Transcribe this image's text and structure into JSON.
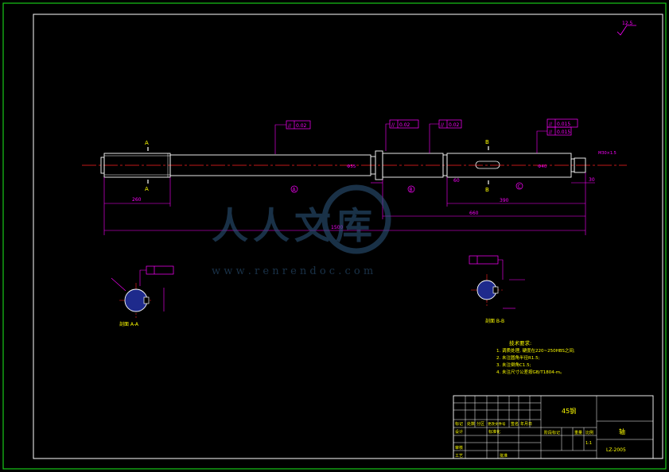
{
  "corner_roughness": "12.5",
  "views": {
    "section_a_label": "A",
    "section_b_label": "B",
    "datum_a": "A",
    "datum_b": "B",
    "datum_c": "C",
    "section_aa_title": "剖面 A-A",
    "section_bb_title": "剖面 B-B"
  },
  "tolerance_frames": [
    {
      "symbol": "//",
      "value": "0.02"
    },
    {
      "symbol": "//",
      "value": "0.02"
    },
    {
      "symbol": "//",
      "value": "0.02"
    },
    {
      "symbol": "//",
      "value": "0.015"
    },
    {
      "symbol": "//",
      "value": "0.015"
    }
  ],
  "dimensions": {
    "left_length": "260",
    "total_length": "1500",
    "right_mid": "390",
    "right_long": "660",
    "small_a": "60",
    "small_b": "30",
    "dia_a": "Φ55",
    "dia_b": "Φ40",
    "thread": "M30×1.5"
  },
  "technical_requirements": {
    "title": "技术要求:",
    "lines": [
      "1. 调质处理, 硬度在220~250HBS之间;",
      "2. 未注圆角半径R1.5;",
      "3. 未注倒角C1.5;",
      "4. 未注尺寸公差按GB/T1804-m。"
    ]
  },
  "title_block": {
    "material": "45钢",
    "part_name": "轴",
    "drawing_no": "LZ-2005",
    "row_headers": [
      "标记",
      "处数",
      "分区",
      "更改文件号",
      "签名",
      "年月日"
    ],
    "row_designer": "设计",
    "row_standardization": "标准化",
    "row_review": "审核",
    "row_process": "工艺",
    "row_approve": "批准",
    "stage_headers": [
      "阶段标记",
      "重量",
      "比例"
    ],
    "scale": "1:1"
  },
  "watermark": {
    "text": "人人文库",
    "url": "w w w . r e n r e n d o c . c o m"
  },
  "colors": {
    "frame_green": "#18c818",
    "outline_white": "#ffffff",
    "dim_magenta": "#ff00ff",
    "center_red": "#ff2020",
    "text_yellow": "#ffff00",
    "hatch_blue": "#1e2a8c"
  }
}
